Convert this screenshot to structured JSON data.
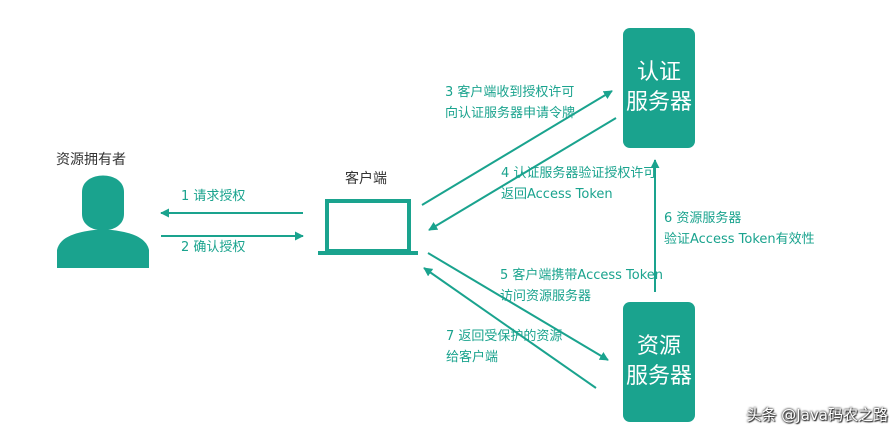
{
  "colors": {
    "accent": "#1aa38e",
    "person": "#1aa38e",
    "text": "#333333"
  },
  "owner": {
    "label": "资源拥有者"
  },
  "client": {
    "label": "客户端"
  },
  "auth_server": {
    "line1": "认证",
    "line2": "服务器"
  },
  "resource_server": {
    "line1": "资源",
    "line2": "服务器"
  },
  "steps": {
    "s1": {
      "text": "1 请求授权"
    },
    "s2": {
      "text": "2 确认授权"
    },
    "s3": {
      "line1": "3 客户端收到授权许可",
      "line2": "向认证服务器申请令牌"
    },
    "s4": {
      "line1": "4 认证服务器验证授权许可",
      "line2": "返回Access Token"
    },
    "s5": {
      "line1": "5 客户端携带Access Token",
      "line2": "访问资源服务器"
    },
    "s6": {
      "line1": "6 资源服务器",
      "line2": "验证Access Token有效性"
    },
    "s7": {
      "line1": "7 返回受保护的资源",
      "line2": "给客户端"
    }
  },
  "watermark": {
    "text": "头条 @Java码农之路"
  }
}
